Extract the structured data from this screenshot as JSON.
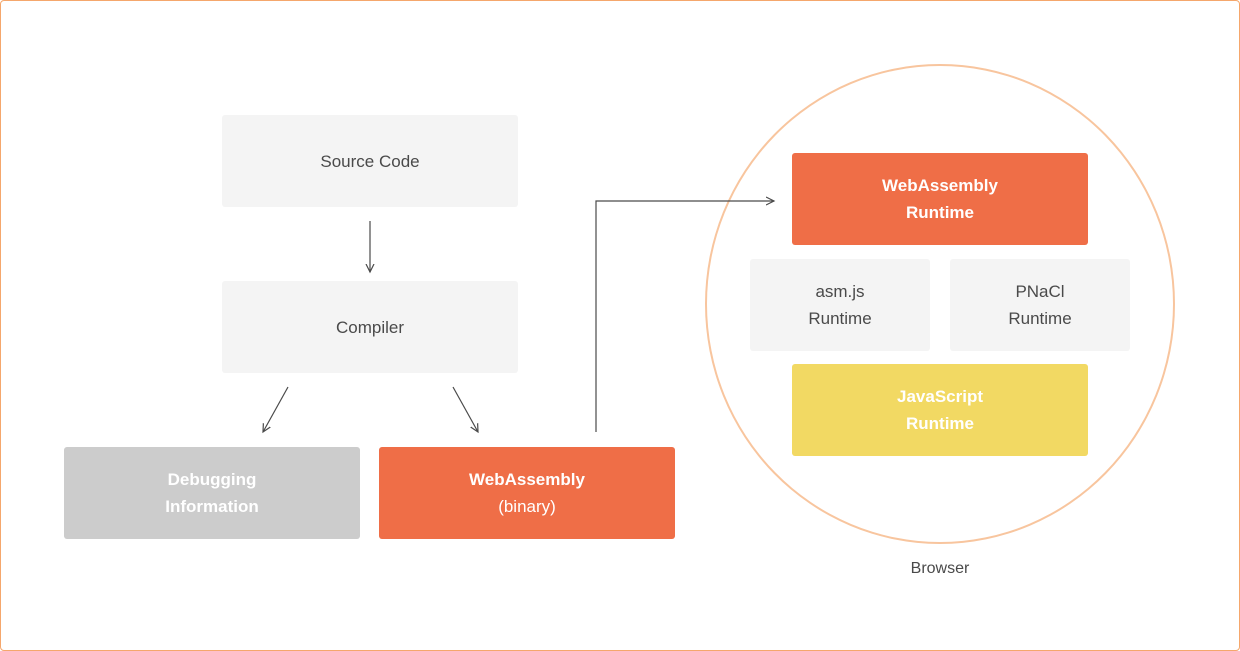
{
  "colors": {
    "frame": "#f5a76c",
    "light_box": "#f4f4f4",
    "wasm_orange": "#ef6e47",
    "debug_grey": "#cccccc",
    "js_yellow": "#f2d963",
    "browser_circle": "#f8c59e",
    "arrow": "#4a4a4a"
  },
  "nodes": {
    "source_code": {
      "label": "Source Code"
    },
    "compiler": {
      "label": "Compiler"
    },
    "debugging": {
      "line1": "Debugging",
      "line2": "Information"
    },
    "wasm_binary": {
      "line1": "WebAssembly",
      "line2": "(binary)"
    },
    "wasm_runtime": {
      "line1": "WebAssembly",
      "line2": "Runtime"
    },
    "asmjs_runtime": {
      "line1": "asm.js",
      "line2": "Runtime"
    },
    "pnacl_runtime": {
      "line1": "PNaCl",
      "line2": "Runtime"
    },
    "js_runtime": {
      "line1": "JavaScript",
      "line2": "Runtime"
    }
  },
  "browser": {
    "label": "Browser"
  },
  "edges": [
    {
      "from": "source_code",
      "to": "compiler"
    },
    {
      "from": "compiler",
      "to": "debugging"
    },
    {
      "from": "compiler",
      "to": "wasm_binary"
    },
    {
      "from": "wasm_binary",
      "to": "wasm_runtime"
    }
  ]
}
